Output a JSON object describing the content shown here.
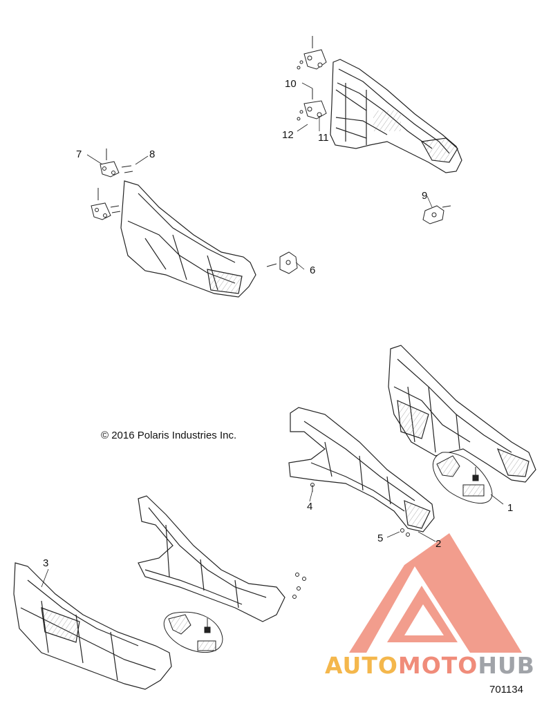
{
  "callouts": [
    {
      "id": "1",
      "text": "1"
    },
    {
      "id": "2",
      "text": "2"
    },
    {
      "id": "3",
      "text": "3"
    },
    {
      "id": "4",
      "text": "4"
    },
    {
      "id": "5",
      "text": "5"
    },
    {
      "id": "6",
      "text": "6"
    },
    {
      "id": "7",
      "text": "7"
    },
    {
      "id": "8",
      "text": "8"
    },
    {
      "id": "9",
      "text": "9"
    },
    {
      "id": "10",
      "text": "10"
    },
    {
      "id": "11",
      "text": "11"
    },
    {
      "id": "12",
      "text": "12"
    }
  ],
  "copyright": "© 2016 Polaris Industries Inc.",
  "figure_number": "701134",
  "watermark": {
    "part1": "AUTO",
    "part2": "MOTO",
    "part3": "HUB",
    "colors": {
      "part1": "#f4b74c",
      "part2": "#f08c7a",
      "part3": "#a0a3a8",
      "logo": "#f08c7a"
    }
  }
}
